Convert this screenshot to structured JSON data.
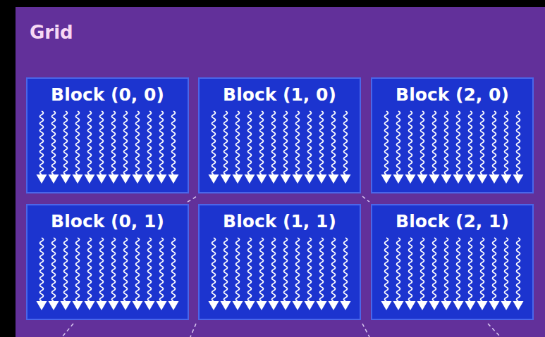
{
  "diagram": {
    "nodes": [
      {
        "text": [
          "Grid"
        ]
      },
      {
        "text": [
          "Block (0, 0)"
        ],
        "in": 0
      },
      {
        "text": [
          "Block (1, 0)"
        ],
        "in": 0
      },
      {
        "text": [
          "Block (2, 0)"
        ],
        "in": 0
      },
      {
        "text": [
          "Block (0, 1)"
        ],
        "in": 0
      },
      {
        "text": [
          "Block (1, 1)"
        ],
        "in": 0
      },
      {
        "text": [
          "Block (2, 1)"
        ],
        "in": 0
      }
    ]
  }
}
